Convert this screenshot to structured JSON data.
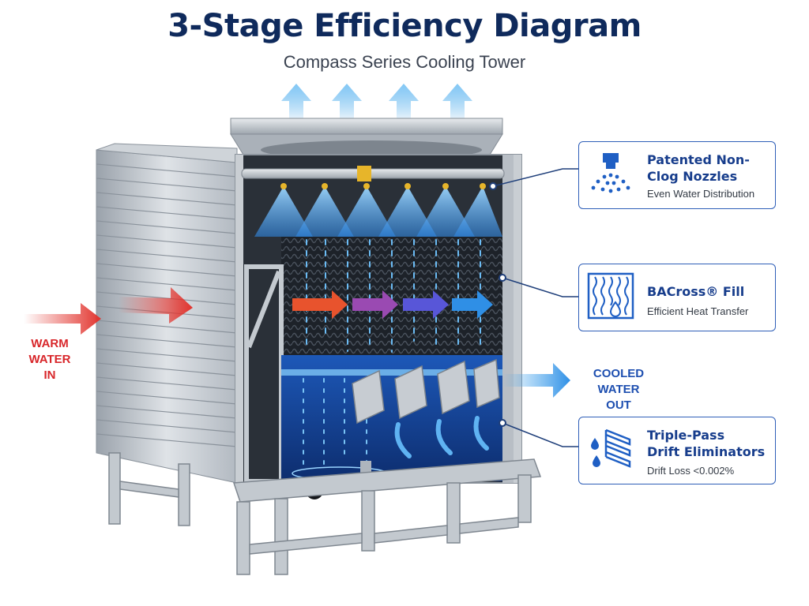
{
  "header": {
    "title": "3-Stage Efficiency Diagram",
    "subtitle": "Compass Series Cooling Tower"
  },
  "flows": {
    "inlet_label": "WARM\nWATER\nIN",
    "outlet_label": "COOLED WATER\nOUT"
  },
  "callouts": [
    {
      "title": "Patented Non-\nClog Nozzles",
      "subtitle": "Even Water Distribution",
      "icon": "spray-nozzle-icon"
    },
    {
      "title": "BACross® Fill",
      "subtitle": "Efficient Heat Transfer",
      "icon": "wavy-fill-icon"
    },
    {
      "title": "Triple-Pass\nDrift Eliminators",
      "subtitle": "Drift Loss <0.002%",
      "icon": "drift-eliminator-icon"
    }
  ],
  "colors": {
    "title": "#0f2a5c",
    "accent_blue": "#1e4fb0",
    "warm_red": "#d8262a",
    "water_blue": "#3fa6ee"
  }
}
